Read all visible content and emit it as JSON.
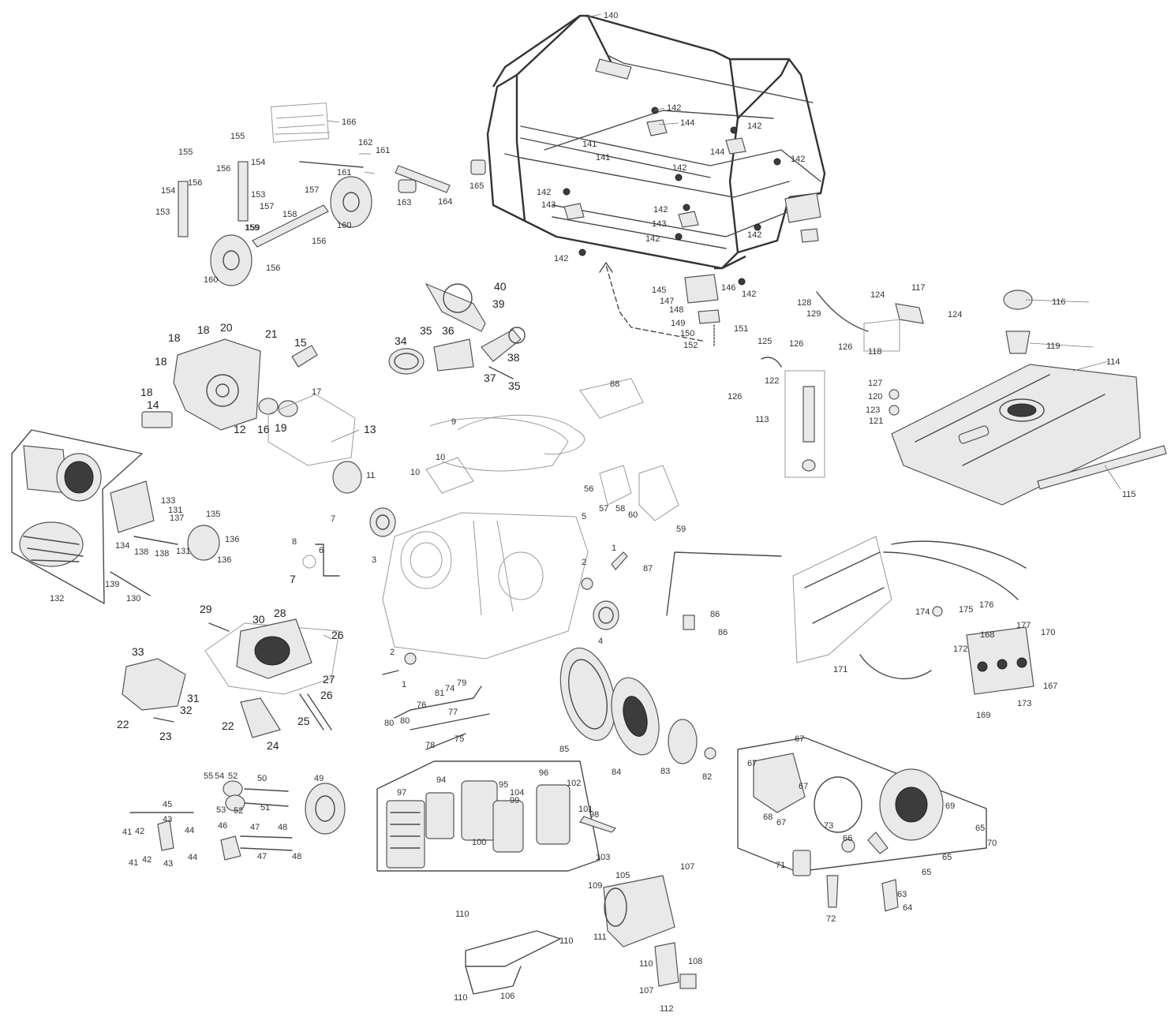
{
  "callouts": [
    {
      "id": "c140",
      "text": "140"
    },
    {
      "id": "c142a",
      "text": "142"
    },
    {
      "id": "c144a",
      "text": "144"
    },
    {
      "id": "c142b",
      "text": "142"
    },
    {
      "id": "c141a",
      "text": "141"
    },
    {
      "id": "c141b",
      "text": "141"
    },
    {
      "id": "c142c",
      "text": "142"
    },
    {
      "id": "c144b",
      "text": "144"
    },
    {
      "id": "c142d",
      "text": "142"
    },
    {
      "id": "c142e",
      "text": "142"
    },
    {
      "id": "c143a",
      "text": "143"
    },
    {
      "id": "c142f",
      "text": "142"
    },
    {
      "id": "c143b",
      "text": "143"
    },
    {
      "id": "c142g",
      "text": "142"
    },
    {
      "id": "c142h",
      "text": "142"
    },
    {
      "id": "c142i",
      "text": "142"
    },
    {
      "id": "c145",
      "text": "145"
    },
    {
      "id": "c146",
      "text": "146"
    },
    {
      "id": "c147",
      "text": "147"
    },
    {
      "id": "c142j",
      "text": "142"
    },
    {
      "id": "c148",
      "text": "148"
    },
    {
      "id": "c149",
      "text": "149"
    },
    {
      "id": "c151",
      "text": "151"
    },
    {
      "id": "c150",
      "text": "150"
    },
    {
      "id": "c152",
      "text": "152"
    },
    {
      "id": "c166",
      "text": "166"
    },
    {
      "id": "c155a",
      "text": "155"
    },
    {
      "id": "c155b",
      "text": "155"
    },
    {
      "id": "c162",
      "text": "162"
    },
    {
      "id": "c161a",
      "text": "161"
    },
    {
      "id": "c156a",
      "text": "156"
    },
    {
      "id": "c156b",
      "text": "156"
    },
    {
      "id": "c154a",
      "text": "154"
    },
    {
      "id": "c154b",
      "text": "154"
    },
    {
      "id": "c161b",
      "text": "161"
    },
    {
      "id": "c165",
      "text": "165"
    },
    {
      "id": "c153a",
      "text": "153"
    },
    {
      "id": "c153b",
      "text": "153"
    },
    {
      "id": "c157a",
      "text": "157"
    },
    {
      "id": "c159a",
      "text": "159"
    },
    {
      "id": "c157b",
      "text": "157"
    },
    {
      "id": "c163",
      "text": "163"
    },
    {
      "id": "c164",
      "text": "164"
    },
    {
      "id": "c158",
      "text": "158"
    },
    {
      "id": "c160a",
      "text": "160"
    },
    {
      "id": "c159b",
      "text": "159"
    },
    {
      "id": "c156c",
      "text": "156"
    },
    {
      "id": "c156d",
      "text": "156"
    },
    {
      "id": "c160b",
      "text": "160"
    },
    {
      "id": "c40",
      "text": "40"
    },
    {
      "id": "c39",
      "text": "39"
    },
    {
      "id": "c18a",
      "text": "18"
    },
    {
      "id": "c20",
      "text": "20"
    },
    {
      "id": "c21",
      "text": "21"
    },
    {
      "id": "c18b",
      "text": "18"
    },
    {
      "id": "c15",
      "text": "15"
    },
    {
      "id": "c34",
      "text": "34"
    },
    {
      "id": "c35a",
      "text": "35"
    },
    {
      "id": "c36",
      "text": "36"
    },
    {
      "id": "c38",
      "text": "38"
    },
    {
      "id": "c18c",
      "text": "18"
    },
    {
      "id": "c18d",
      "text": "18"
    },
    {
      "id": "c37",
      "text": "37"
    },
    {
      "id": "c35b",
      "text": "35"
    },
    {
      "id": "c17",
      "text": "17"
    },
    {
      "id": "c14",
      "text": "14"
    },
    {
      "id": "c12",
      "text": "12"
    },
    {
      "id": "c16",
      "text": "16"
    },
    {
      "id": "c19",
      "text": "19"
    },
    {
      "id": "c13",
      "text": "13"
    },
    {
      "id": "c9",
      "text": "9"
    },
    {
      "id": "c88",
      "text": "88"
    },
    {
      "id": "c10a",
      "text": "10"
    },
    {
      "id": "c10b",
      "text": "10"
    },
    {
      "id": "c11",
      "text": "11"
    },
    {
      "id": "c56",
      "text": "56"
    },
    {
      "id": "c57",
      "text": "57"
    },
    {
      "id": "c58",
      "text": "58"
    },
    {
      "id": "c60",
      "text": "60"
    },
    {
      "id": "c59",
      "text": "59"
    },
    {
      "id": "c128",
      "text": "128"
    },
    {
      "id": "c124a",
      "text": "124"
    },
    {
      "id": "c117",
      "text": "117"
    },
    {
      "id": "c124b",
      "text": "124"
    },
    {
      "id": "c116",
      "text": "116"
    },
    {
      "id": "c129",
      "text": "129"
    },
    {
      "id": "c126a",
      "text": "126"
    },
    {
      "id": "c118",
      "text": "118"
    },
    {
      "id": "c125",
      "text": "125"
    },
    {
      "id": "c126b",
      "text": "126"
    },
    {
      "id": "c119",
      "text": "119"
    },
    {
      "id": "c122",
      "text": "122"
    },
    {
      "id": "c126c",
      "text": "126"
    },
    {
      "id": "c127",
      "text": "127"
    },
    {
      "id": "c114",
      "text": "114"
    },
    {
      "id": "c120",
      "text": "120"
    },
    {
      "id": "c123",
      "text": "123"
    },
    {
      "id": "c121",
      "text": "121"
    },
    {
      "id": "c113",
      "text": "113"
    },
    {
      "id": "c115",
      "text": "115"
    },
    {
      "id": "c133",
      "text": "133"
    },
    {
      "id": "c131a",
      "text": "131"
    },
    {
      "id": "c137",
      "text": "137"
    },
    {
      "id": "c135",
      "text": "135"
    },
    {
      "id": "c136a",
      "text": "136"
    },
    {
      "id": "c134",
      "text": "134"
    },
    {
      "id": "c138a",
      "text": "138"
    },
    {
      "id": "c138b",
      "text": "138"
    },
    {
      "id": "c131b",
      "text": "131"
    },
    {
      "id": "c136b",
      "text": "136"
    },
    {
      "id": "c139",
      "text": "139"
    },
    {
      "id": "c130",
      "text": "130"
    },
    {
      "id": "c132",
      "text": "132"
    },
    {
      "id": "c7a",
      "text": "7"
    },
    {
      "id": "c8",
      "text": "8"
    },
    {
      "id": "c6",
      "text": "6"
    },
    {
      "id": "c7b",
      "text": "7"
    },
    {
      "id": "c5",
      "text": "5"
    },
    {
      "id": "c3",
      "text": "3"
    },
    {
      "id": "c1a",
      "text": "1"
    },
    {
      "id": "c2a",
      "text": "2"
    },
    {
      "id": "c87",
      "text": "87"
    },
    {
      "id": "c4",
      "text": "4"
    },
    {
      "id": "c86a",
      "text": "86"
    },
    {
      "id": "c86b",
      "text": "86"
    },
    {
      "id": "c2b",
      "text": "2"
    },
    {
      "id": "c1b",
      "text": "1"
    },
    {
      "id": "c29",
      "text": "29"
    },
    {
      "id": "c30",
      "text": "30"
    },
    {
      "id": "c28",
      "text": "28"
    },
    {
      "id": "c26a",
      "text": "26"
    },
    {
      "id": "c33",
      "text": "33"
    },
    {
      "id": "c27",
      "text": "27"
    },
    {
      "id": "c31",
      "text": "31"
    },
    {
      "id": "c26b",
      "text": "26"
    },
    {
      "id": "c32",
      "text": "32"
    },
    {
      "id": "c22a",
      "text": "22"
    },
    {
      "id": "c22b",
      "text": "22"
    },
    {
      "id": "c25",
      "text": "25"
    },
    {
      "id": "c23",
      "text": "23"
    },
    {
      "id": "c24",
      "text": "24"
    },
    {
      "id": "c79",
      "text": "79"
    },
    {
      "id": "c74",
      "text": "74"
    },
    {
      "id": "c81",
      "text": "81"
    },
    {
      "id": "c76",
      "text": "76"
    },
    {
      "id": "c77",
      "text": "77"
    },
    {
      "id": "c80a",
      "text": "80"
    },
    {
      "id": "c80b",
      "text": "80"
    },
    {
      "id": "c75",
      "text": "75"
    },
    {
      "id": "c78",
      "text": "78"
    },
    {
      "id": "c85",
      "text": "85"
    },
    {
      "id": "c84",
      "text": "84"
    },
    {
      "id": "c83",
      "text": "83"
    },
    {
      "id": "c82",
      "text": "82"
    },
    {
      "id": "c174",
      "text": "174"
    },
    {
      "id": "c175",
      "text": "175"
    },
    {
      "id": "c176",
      "text": "176"
    },
    {
      "id": "c177",
      "text": "177"
    },
    {
      "id": "c168",
      "text": "168"
    },
    {
      "id": "c170",
      "text": "170"
    },
    {
      "id": "c172",
      "text": "172"
    },
    {
      "id": "c171",
      "text": "171"
    },
    {
      "id": "c167",
      "text": "167"
    },
    {
      "id": "c173",
      "text": "173"
    },
    {
      "id": "c169",
      "text": "169"
    },
    {
      "id": "c55",
      "text": "55"
    },
    {
      "id": "c54",
      "text": "54"
    },
    {
      "id": "c52a",
      "text": "52"
    },
    {
      "id": "c50",
      "text": "50"
    },
    {
      "id": "c49",
      "text": "49"
    },
    {
      "id": "c53",
      "text": "53"
    },
    {
      "id": "c52b",
      "text": "52"
    },
    {
      "id": "c51",
      "text": "51"
    },
    {
      "id": "c45",
      "text": "45"
    },
    {
      "id": "c43a",
      "text": "43"
    },
    {
      "id": "c41a",
      "text": "41"
    },
    {
      "id": "c42a",
      "text": "42"
    },
    {
      "id": "c44a",
      "text": "44"
    },
    {
      "id": "c46",
      "text": "46"
    },
    {
      "id": "c47a",
      "text": "47"
    },
    {
      "id": "c48a",
      "text": "48"
    },
    {
      "id": "c44b",
      "text": "44"
    },
    {
      "id": "c41b",
      "text": "41"
    },
    {
      "id": "c42b",
      "text": "42"
    },
    {
      "id": "c43b",
      "text": "43"
    },
    {
      "id": "c47b",
      "text": "47"
    },
    {
      "id": "c48b",
      "text": "48"
    },
    {
      "id": "c97",
      "text": "97"
    },
    {
      "id": "c94",
      "text": "94"
    },
    {
      "id": "c95",
      "text": "95"
    },
    {
      "id": "c96",
      "text": "96"
    },
    {
      "id": "c102",
      "text": "102"
    },
    {
      "id": "c104",
      "text": "104"
    },
    {
      "id": "c99",
      "text": "99"
    },
    {
      "id": "c101",
      "text": "101"
    },
    {
      "id": "c98",
      "text": "98"
    },
    {
      "id": "c100",
      "text": "100"
    },
    {
      "id": "c103",
      "text": "103"
    },
    {
      "id": "c67a",
      "text": "67"
    },
    {
      "id": "c67b",
      "text": "67"
    },
    {
      "id": "c67c",
      "text": "67"
    },
    {
      "id": "c69",
      "text": "69"
    },
    {
      "id": "c68",
      "text": "68"
    },
    {
      "id": "c67d",
      "text": "67"
    },
    {
      "id": "c73",
      "text": "73"
    },
    {
      "id": "c65a",
      "text": "65"
    },
    {
      "id": "c66",
      "text": "66"
    },
    {
      "id": "c70",
      "text": "70"
    },
    {
      "id": "c65b",
      "text": "65"
    },
    {
      "id": "c65c",
      "text": "65"
    },
    {
      "id": "c71",
      "text": "71"
    },
    {
      "id": "c63",
      "text": "63"
    },
    {
      "id": "c64",
      "text": "64"
    },
    {
      "id": "c72",
      "text": "72"
    },
    {
      "id": "c105",
      "text": "105"
    },
    {
      "id": "c107a",
      "text": "107"
    },
    {
      "id": "c109",
      "text": "109"
    },
    {
      "id": "c110a",
      "text": "110"
    },
    {
      "id": "c110b",
      "text": "110"
    },
    {
      "id": "c111",
      "text": "111"
    },
    {
      "id": "c110c",
      "text": "110"
    },
    {
      "id": "c108",
      "text": "108"
    },
    {
      "id": "c107b",
      "text": "107"
    },
    {
      "id": "c110d",
      "text": "110"
    },
    {
      "id": "c106",
      "text": "106"
    },
    {
      "id": "c112",
      "text": "112"
    }
  ]
}
